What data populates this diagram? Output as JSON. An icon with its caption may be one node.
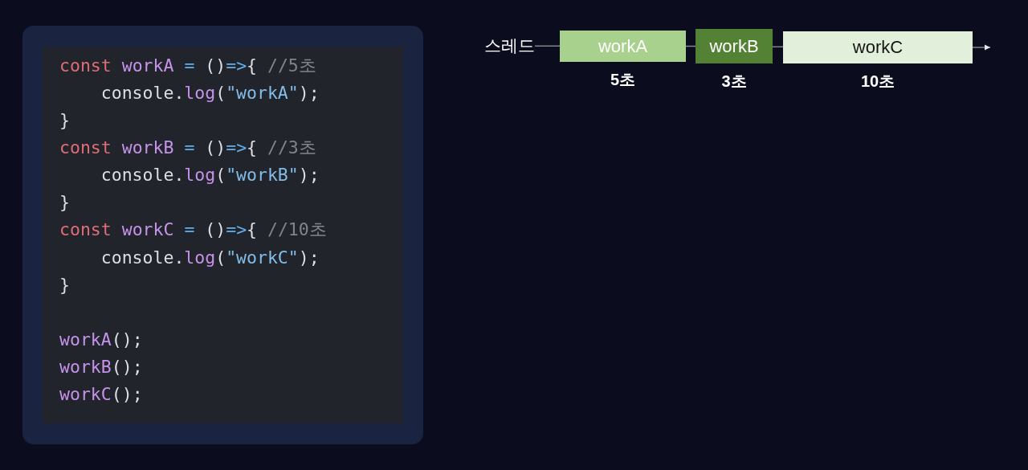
{
  "diagram": {
    "nodes": [
      {
        "text": [],
        "shape": "box"
      },
      {
        "text": [
          "const workA = ()=>{ //5초",
          "console.log(\"workA\");",
          "}",
          "const workB = ()=>{ //3초",
          "console.log(\"workB\");",
          "}",
          "const workC = ()=>{ //10초",
          "console.log(\"workC\");",
          "}",
          "workA();",
          "workB();",
          "workC();"
        ],
        "in": 0
      },
      {
        "text": [
          "스레드"
        ]
      },
      {
        "text": [
          "workA"
        ],
        "beside": [
          "5초"
        ]
      },
      {
        "text": [
          "workB"
        ],
        "beside": [
          "3초"
        ]
      },
      {
        "text": [
          "workC"
        ],
        "beside": [
          "10초"
        ]
      }
    ],
    "edges": [
      {
        "from": 2,
        "to": 3,
        "arrow": "none"
      },
      {
        "from": 3,
        "to": 4,
        "arrow": "none"
      },
      {
        "from": 4,
        "to": 5,
        "arrow": "none"
      },
      {
        "from": 5,
        "to": null,
        "arrow": "to"
      }
    ]
  }
}
